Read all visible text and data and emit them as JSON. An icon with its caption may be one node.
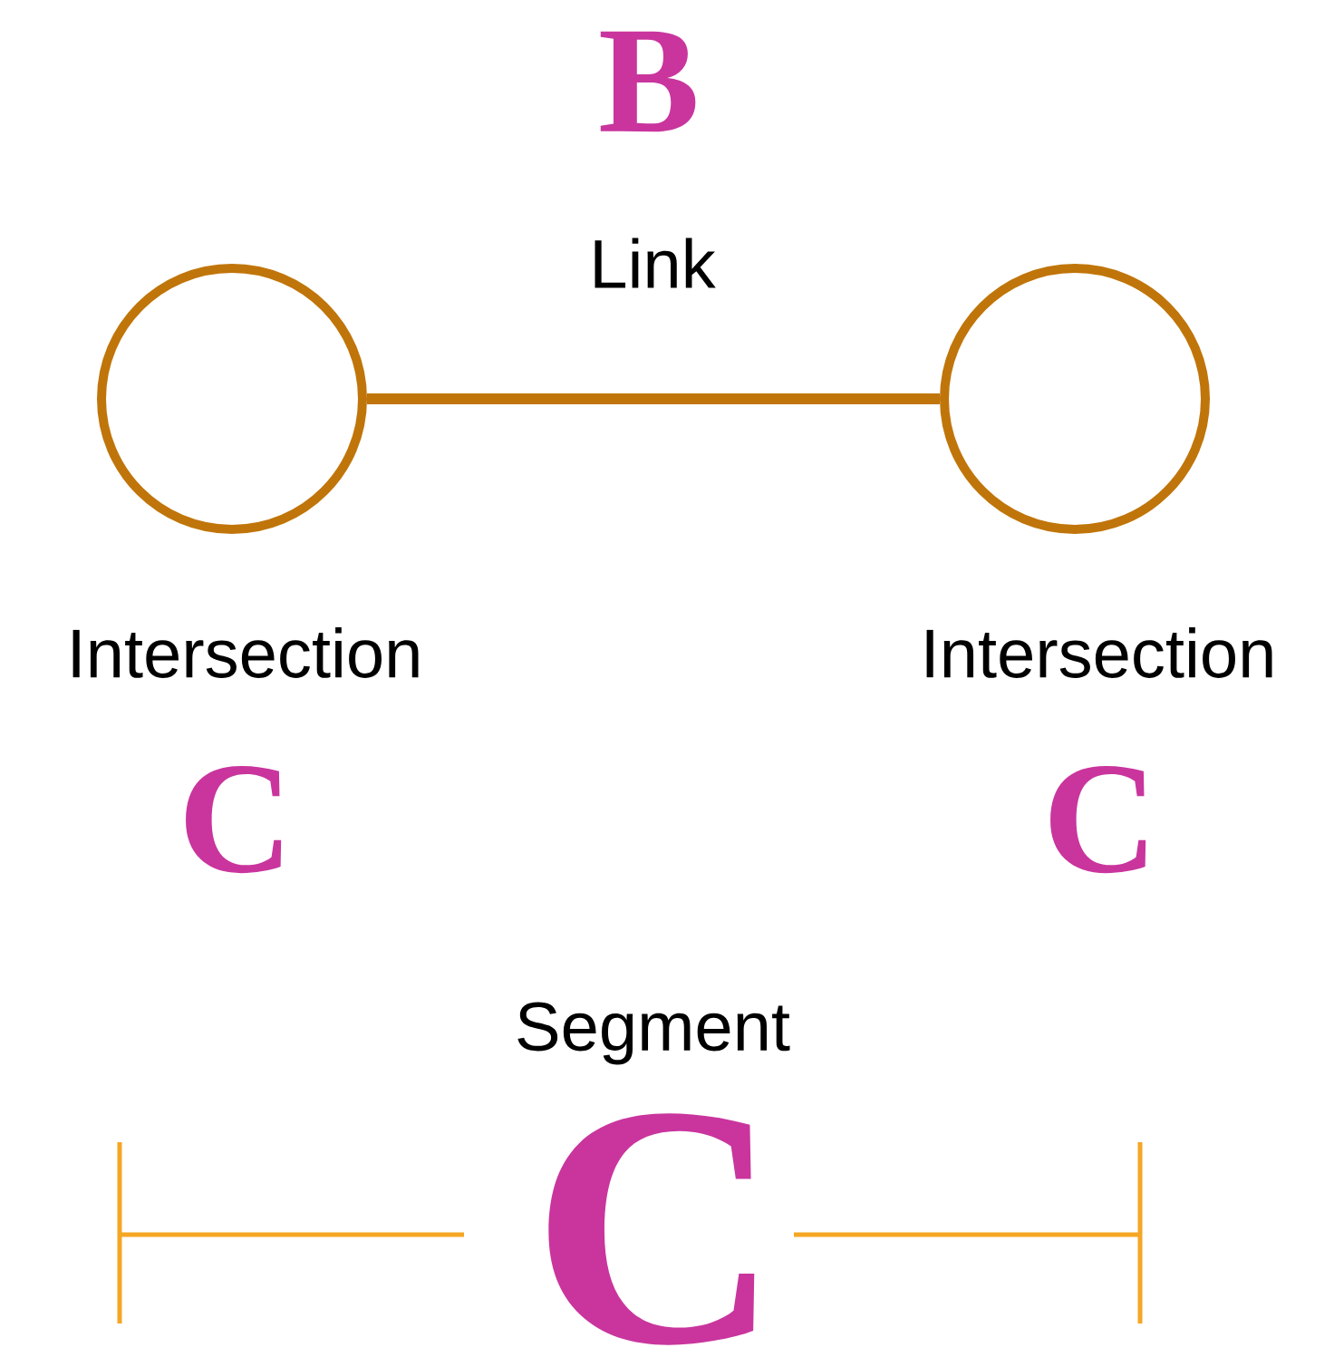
{
  "diagram": {
    "nodes": [
      {
        "text": [],
        "shape": "circle",
        "beside": [
          "Intersection",
          "C"
        ]
      },
      {
        "text": [],
        "shape": "circle",
        "beside": [
          "Intersection",
          "C"
        ]
      }
    ],
    "edges": [
      {
        "from": 0,
        "to": 1,
        "arrow": "none",
        "label": "Link"
      }
    ],
    "labels": [
      "B",
      "Segment",
      "C"
    ]
  }
}
